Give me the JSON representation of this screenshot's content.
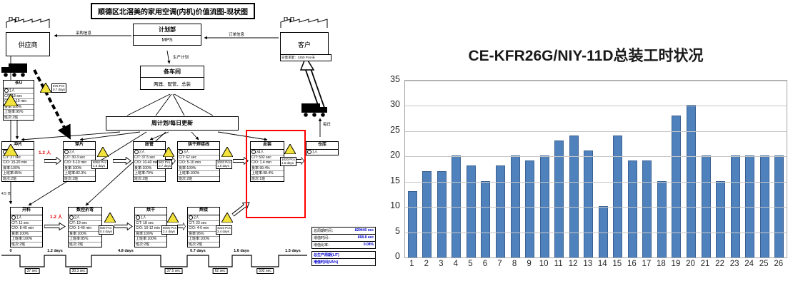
{
  "vsm": {
    "title": "顺德区北滘美的家用空调(内机)价值流图-现状图",
    "supplier": {
      "label": "供应商"
    },
    "customer": {
      "label": "客户",
      "demand": "日需求量：1250 Pcs/天"
    },
    "planning": {
      "title": "计划部",
      "sub": "MPS"
    },
    "workshop": {
      "title": "各车间",
      "sub": "两器、配管、总装"
    },
    "weekly_plan": "周计划/每日更新",
    "info_flows": {
      "procurement": "采购信息",
      "order": "订单信息",
      "production_plan": "生产计划",
      "daily_ship": "每日"
    },
    "operator_notes": [
      "1.2 人",
      "1.2 人"
    ],
    "left_inventory_note": "4.5 天",
    "processes": [
      {
        "name": "长U",
        "op": "1人",
        "rows": [
          "C/T: 18 sec",
          "C/O: 5-15 min",
          "良率:100%",
          "上班率:95%",
          "班次:2班"
        ]
      },
      {
        "name": "冲片",
        "op": "1人",
        "rows": [
          "C/T: 37 sec",
          "C/O: 15-20 min",
          "良率:100%",
          "上班率:85%",
          "班次:2班"
        ]
      },
      {
        "name": "穿片",
        "op": "2人",
        "rows": [
          "C/T: 30.3 sec",
          "C/O: 5-10 min",
          "良率:100%",
          "上班率:82.3%",
          "班次:2班"
        ]
      },
      {
        "name": "胀管",
        "op": "2人",
        "rows": [
          "C/T: 37.5 sec",
          "C/O: 10-40 min",
          "良率:100%",
          "上班率:79%",
          "班次:2班"
        ]
      },
      {
        "name": "烘干焊接线",
        "op": "3人",
        "rows": [
          "C/T: 62 sec",
          "C/O: 5-10 min",
          "良率:100%",
          "上班率:100%",
          "班次:2班"
        ]
      },
      {
        "name": "总装",
        "op": "34人",
        "rows": [
          "C/T: 502 sec",
          "C/O: 1.4 min",
          "良率:99.4%",
          "上班率:98.4%",
          "班次:1班"
        ]
      },
      {
        "name": "仓库",
        "op": "1人",
        "rows": []
      },
      {
        "name": "开料",
        "op": "1人",
        "rows": [
          "C/T: 11 sec",
          "C/O: 8-40 min",
          "良率:100%",
          "上班率:100%",
          "班次:2班"
        ]
      },
      {
        "name": "数控折弯",
        "op": "2人",
        "rows": [
          "C/T: 19 sec",
          "C/O: 5-40 min",
          "良率:100%",
          "上班率:85%",
          "班次:2班"
        ]
      },
      {
        "name": "烘干",
        "op": "1人",
        "rows": [
          "C/T: 18 sec",
          "C/O: 10-12 min",
          "良率:100%",
          "上班率:100%",
          "班次:2班"
        ]
      },
      {
        "name": "焊接",
        "op": "2人",
        "rows": [
          "C/T: 23 sec",
          "C/O: 4-6 min",
          "良率:95%",
          "上班率:100%",
          "班次:2班"
        ]
      }
    ],
    "inventories": [
      {
        "qty": "875 Pcs",
        "days": "0.7 days"
      },
      {
        "qty": "8060 Pcs",
        "days": "4.6 days"
      },
      {
        "qty": "902 Pcs",
        "days": "0.7 days"
      },
      {
        "qty": "2020 Pcs",
        "days": "1.6 days"
      },
      {
        "qty": "1820 Pcs",
        "days": "1.5 days"
      },
      {
        "qty": "500 Pcs",
        "days": "0.4 days"
      },
      {
        "qty": "8000 Pcs",
        "days": "2.4 days"
      },
      {
        "qty": "4210 Pcs",
        "days": "3.4 days"
      }
    ],
    "timeline": {
      "days": [
        "0",
        "1.2 days",
        "4.8 days",
        "0.7 days",
        "1.6 days",
        "1.5 days"
      ],
      "secs": [
        "37 sec",
        "30.3 sec",
        "37.5 sec",
        "62 sec",
        "502 sec"
      ]
    },
    "summary": {
      "rows": [
        {
          "label": "总周期时间：",
          "value": "829440 sec"
        },
        {
          "label": "增值时间：",
          "value": "668.8 sec"
        },
        {
          "label": "增值比率：",
          "value": "0.08%"
        }
      ],
      "rows2": [
        "总生产周期(L/T)",
        "增值时间(VA%)"
      ]
    }
  },
  "chart_data": {
    "type": "bar",
    "title": "CE-KFR26G/NIY-11D总装工时状况",
    "categories": [
      1,
      2,
      3,
      4,
      5,
      6,
      7,
      8,
      9,
      10,
      11,
      12,
      13,
      14,
      15,
      16,
      17,
      18,
      19,
      20,
      21,
      22,
      23,
      24,
      25,
      26
    ],
    "values": [
      13,
      17,
      17,
      20,
      18,
      15,
      18,
      20,
      19,
      20,
      23,
      24,
      21,
      10,
      24,
      19,
      19,
      15,
      28,
      30,
      20,
      15,
      20,
      20,
      20,
      20
    ],
    "xlabel": "",
    "ylabel": "",
    "ylim": [
      0,
      35
    ],
    "ytick_step": 5,
    "grid": true,
    "legend": false,
    "bar_color": "#4F81BD",
    "inventory_color": "#F2E23C"
  }
}
